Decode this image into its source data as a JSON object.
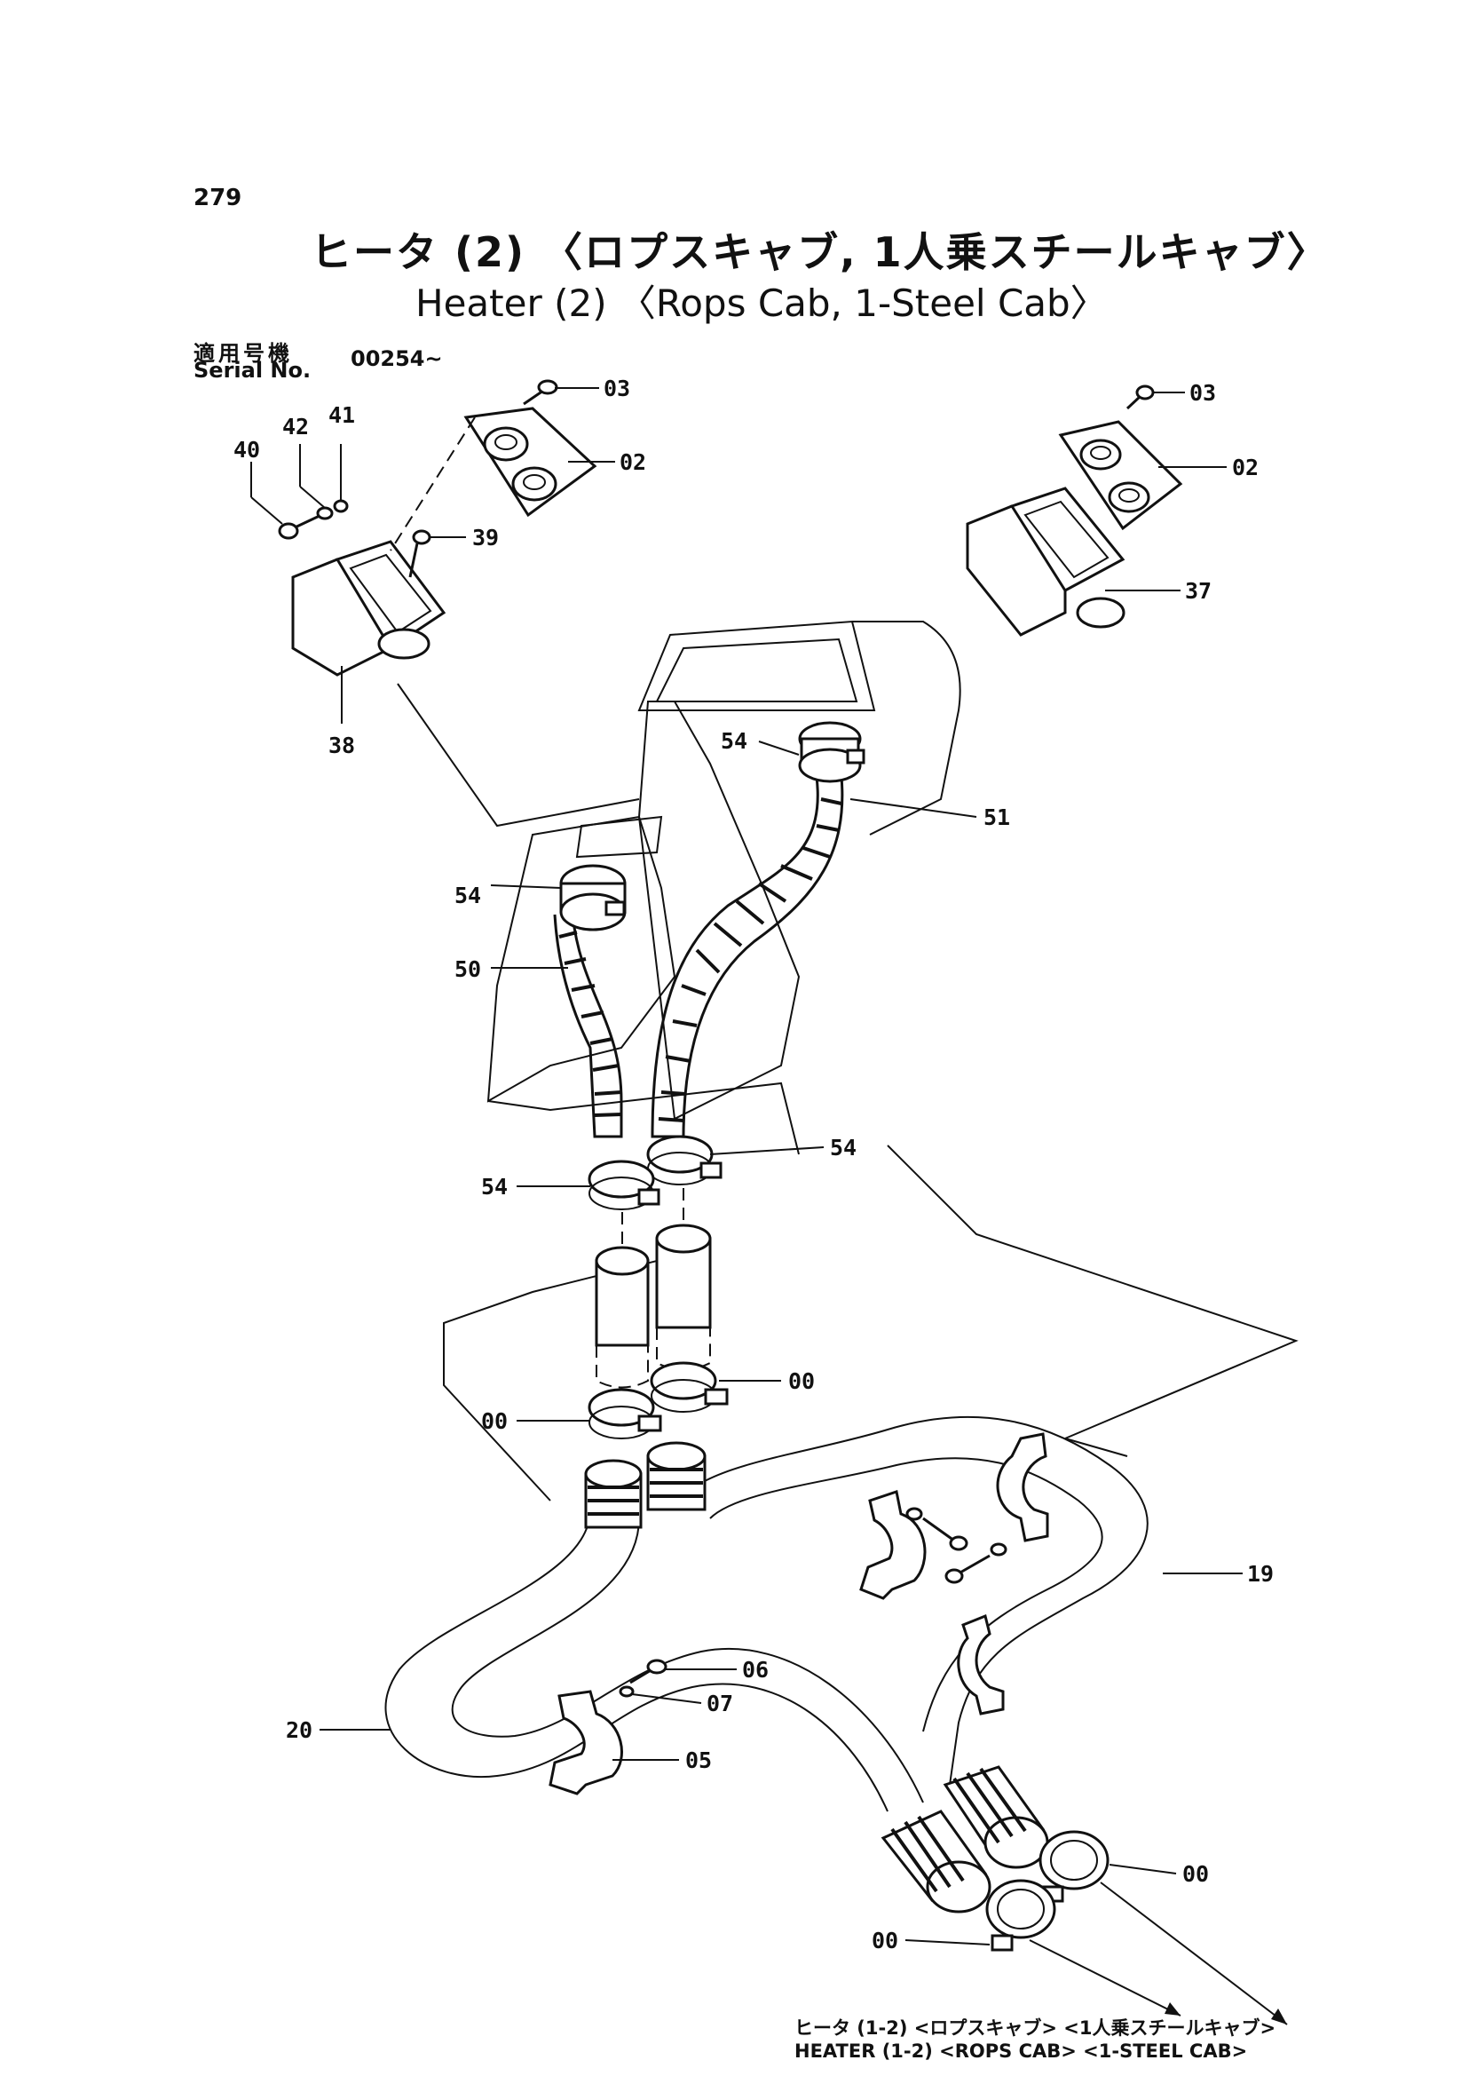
{
  "page_number": "279",
  "title_jp": "ヒータ (2) 〈ロプスキャブ, 1人乗スチールキャブ〉",
  "title_en": "Heater (2) 〈Rops Cab, 1-Steel Cab〉",
  "serial": {
    "label_jp": "適用号機",
    "label_en": "Serial No.",
    "value": "00254~"
  },
  "part_labels": {
    "p03a": "03",
    "p02a": "02",
    "p41": "41",
    "p42": "42",
    "p40": "40",
    "p39": "39",
    "p38": "38",
    "p03b": "03",
    "p02b": "02",
    "p37": "37",
    "p54a": "54",
    "p51": "51",
    "p54b": "54",
    "p50": "50",
    "p54c": "54",
    "p54d": "54",
    "p00a": "00",
    "p00b": "00",
    "p19": "19",
    "p06": "06",
    "p07": "07",
    "p20": "20",
    "p05": "05",
    "p00c": "00",
    "p00d": "00"
  },
  "reference": {
    "jp": "ヒータ (1-2) <ロプスキャブ> <1人乗スチールキャブ>",
    "en": "HEATER (1-2) <ROPS CAB> <1-STEEL CAB>"
  }
}
